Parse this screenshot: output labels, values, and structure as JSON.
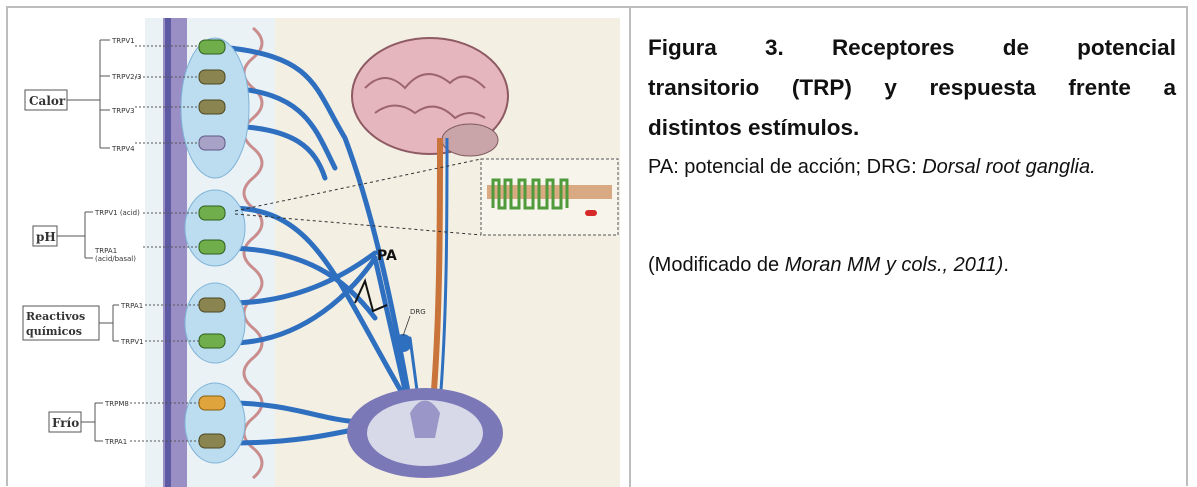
{
  "figure": {
    "groups": [
      "Calor",
      "pH",
      "Reactivos químicos",
      "Frío"
    ],
    "group_lines": {
      "reactivos": [
        "Reactivos",
        "químicos"
      ]
    },
    "channels": {
      "calor": [
        "TRPV1",
        "TRPV2/3",
        "TRPV3",
        "TRPV4"
      ],
      "ph": [
        "TRPV1 (acid)",
        "TRPA1",
        "(acid/basal)"
      ],
      "reactivos": [
        "TRPA1",
        "TRPV1"
      ],
      "frio": [
        "TRPM8",
        "TRPA1"
      ]
    },
    "pa_label": "PA",
    "drg_label": "DRG"
  },
  "caption": {
    "title_line1_a": "Figura",
    "title_line1_b": "3.",
    "title_line1_c": "Receptores",
    "title_line1_d": "de",
    "title_line1_e": "potencial",
    "title_line2": "transitorio (TRP) y respuesta frente a",
    "title_line3": "distintos estímulos.",
    "body_a": "PA: potencial de acción; DRG: ",
    "body_b": "Dorsal root ganglia",
    "body_c": ".",
    "source_a": "(Modificado de ",
    "source_b": "Moran MM y cols., 2011)",
    "source_c": "."
  }
}
